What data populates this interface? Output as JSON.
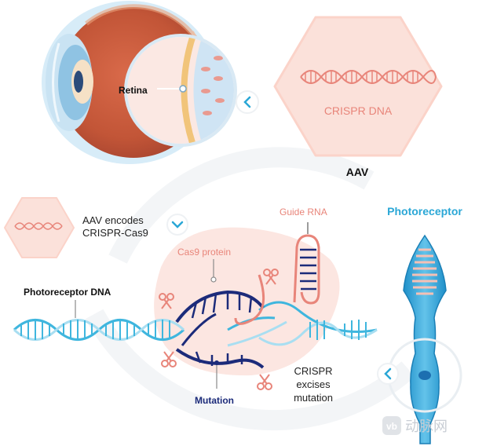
{
  "labels": {
    "retina": "Retina",
    "crispr_dna": "CRISPR DNA",
    "aav": "AAV",
    "aav_encodes_line1": "AAV encodes",
    "aav_encodes_line2": "CRISPR-Cas9",
    "guide_rna": "Guide RNA",
    "photoreceptor": "Photoreceptor",
    "cas9_protein": "Cas9 protein",
    "photoreceptor_dna": "Photoreceptor DNA",
    "crispr_excises_line1": "CRISPR",
    "crispr_excises_line2": "excises",
    "crispr_excises_line3": "mutation",
    "mutation": "Mutation",
    "watermark": "动脉网"
  },
  "colors": {
    "dna_blue": "#3fb6de",
    "dna_light": "#a9def1",
    "navy": "#1c2b7a",
    "salmon": "#e8857a",
    "pink_bg": "#fce6e1",
    "photoreceptor_title": "#2aa7d6"
  },
  "icons": [
    "chevron-left-icon",
    "chevron-down-icon",
    "scissors-icon",
    "watermark-logo-icon"
  ]
}
